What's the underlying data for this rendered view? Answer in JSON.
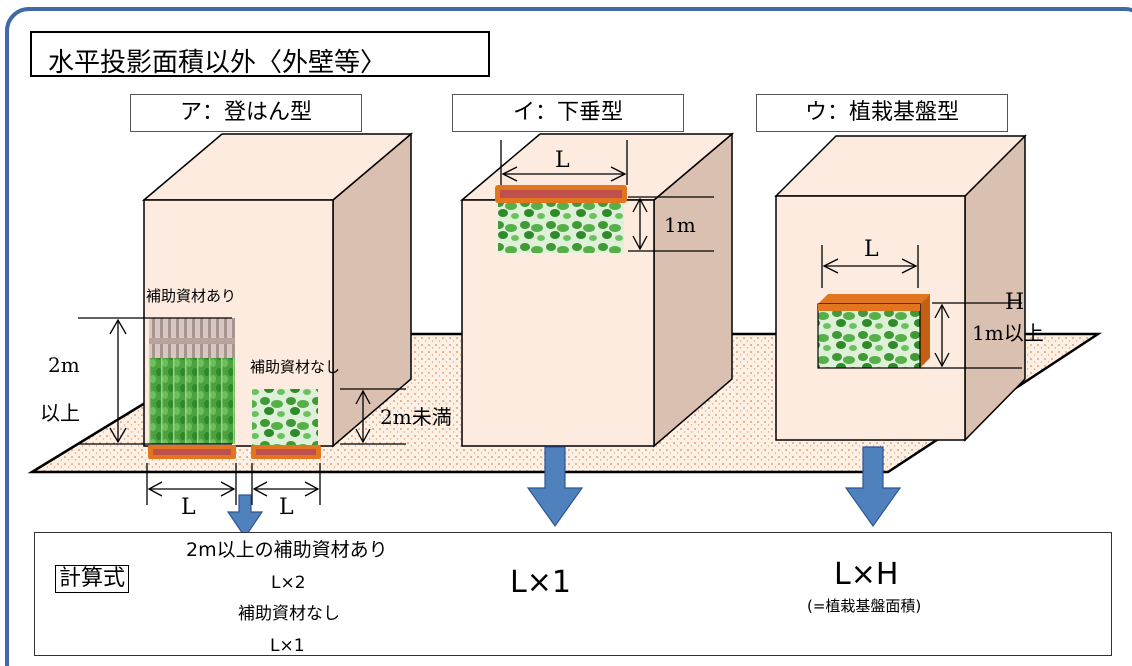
{
  "title": "水平投影面積以外〈外壁等〉",
  "types": {
    "a": "ア：登はん型",
    "b": "イ：下垂型",
    "c": "ウ：植栽基盤型"
  },
  "panel_a": {
    "with_support": "補助資材あり",
    "without_support": "補助資材なし",
    "height_over_line1": "2m",
    "height_over_line2": "以上",
    "height_under": "2m未満",
    "length_left": "L",
    "length_right": "L"
  },
  "panel_b": {
    "length": "L",
    "height": "1m"
  },
  "panel_c": {
    "length": "L",
    "height_symbol": "H",
    "height_min": "1m以上"
  },
  "formula": {
    "label": "計算式",
    "a_line1": "2m以上の補助資材あり",
    "a_line2": "L×2",
    "a_line3": "補助資材なし",
    "a_line4": "L×1",
    "b": "L×1",
    "c": "L×H",
    "c_note": "(=植栽基盤面積)"
  },
  "colors": {
    "frame": "#3f6aa6",
    "building_front": "#fdebdf",
    "building_side": "#d9c0b1",
    "ground": "#fbeee2",
    "planter": "#e2761f",
    "planter_inner": "#c0504d",
    "arrow": "#4f81bd",
    "green": "#3f9a36"
  }
}
